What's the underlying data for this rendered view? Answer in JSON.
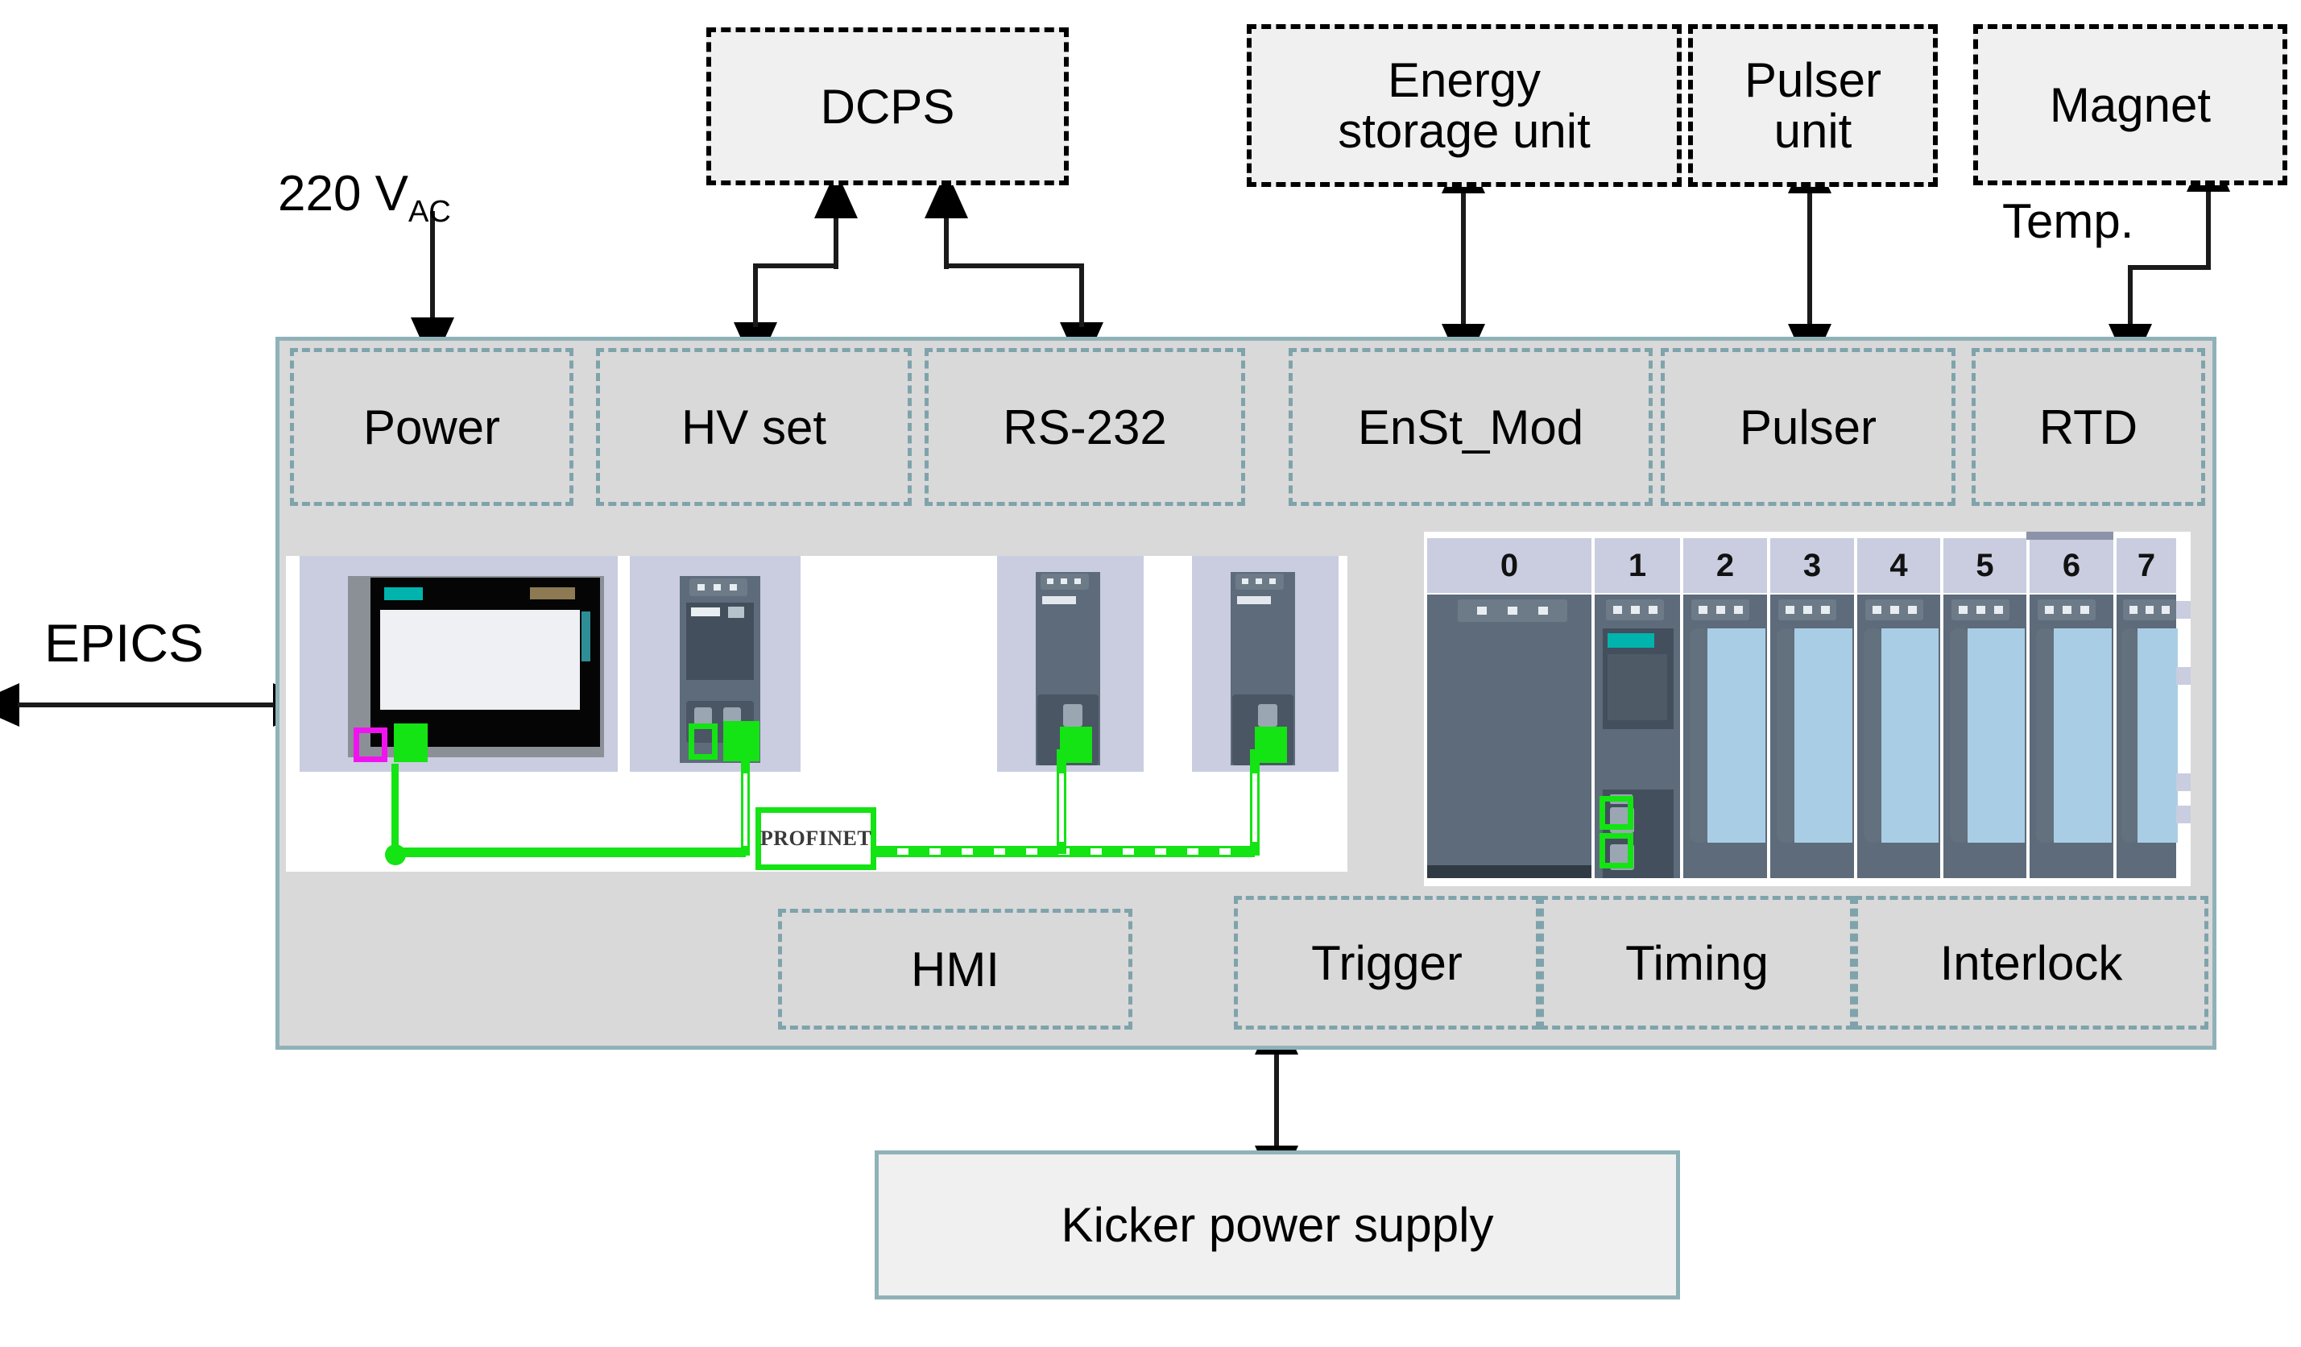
{
  "external_units": [
    {
      "id": "dcps",
      "label": "DCPS"
    },
    {
      "id": "energy",
      "label": "Energy\nstorage unit"
    },
    {
      "id": "pulser",
      "label": "Pulser\nunit"
    },
    {
      "id": "magnet",
      "label": "Magnet"
    }
  ],
  "annotations": {
    "mains": "220 V",
    "mains_sub": "AC",
    "epics": "EPICS",
    "temp": "Temp."
  },
  "controller_top_modules": [
    {
      "id": "power",
      "label": "Power"
    },
    {
      "id": "hv_set",
      "label": "HV set"
    },
    {
      "id": "rs232",
      "label": "RS-232"
    },
    {
      "id": "enst_mod",
      "label": "EnSt_Mod"
    },
    {
      "id": "pulser",
      "label": "Pulser"
    },
    {
      "id": "rtd",
      "label": "RTD"
    }
  ],
  "controller_bottom_modules": [
    {
      "id": "hmi",
      "label": "HMI"
    },
    {
      "id": "trigger",
      "label": "Trigger"
    },
    {
      "id": "timing",
      "label": "Timing"
    },
    {
      "id": "interlock",
      "label": "Interlock"
    }
  ],
  "network": {
    "bus_label": "PROFINET"
  },
  "rack": {
    "slot_numbers": [
      "0",
      "1",
      "2",
      "3",
      "4",
      "5",
      "6",
      "7"
    ]
  },
  "bottom_unit": {
    "label": "Kicker power supply"
  },
  "colors": {
    "panel_bg": "#d9d9d9",
    "panel_border": "#8fb2b8",
    "dashed_inner": "#7fa3ab",
    "external_box_bg": "#f0f0f0",
    "external_box_border": "#000000",
    "network_green": "#14e314",
    "highlight_magenta": "#f013f0",
    "module_dark": "#5d6b7a",
    "io_terminal": "#a9cde4",
    "siemens_teal": "#00b3ad"
  }
}
